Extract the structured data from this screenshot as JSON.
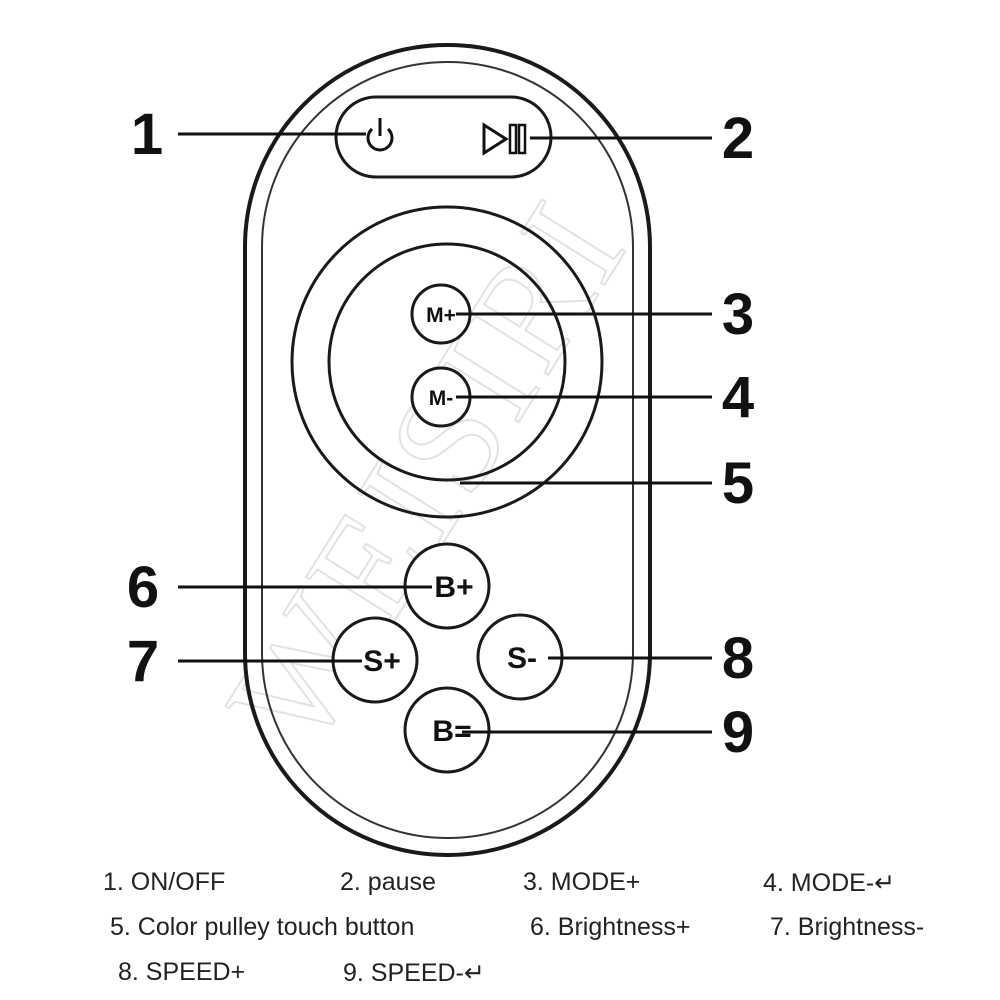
{
  "watermark": "WEISIRI",
  "callouts": [
    "1",
    "2",
    "3",
    "4",
    "5",
    "6",
    "7",
    "8",
    "9"
  ],
  "buttons": {
    "mode_plus": "M+",
    "mode_minus": "M-",
    "brightness_plus": "B+",
    "speed_plus": "S+",
    "speed_minus": "S-",
    "brightness_minus": "B="
  },
  "legend": [
    "1. ON/OFF",
    "2. pause",
    "3. MODE+",
    "4. MODE-↵",
    "5. Color pulley touch button",
    "6. Brightness+",
    "7. Brightness-",
    "8. SPEED+",
    "9. SPEED-↵"
  ]
}
